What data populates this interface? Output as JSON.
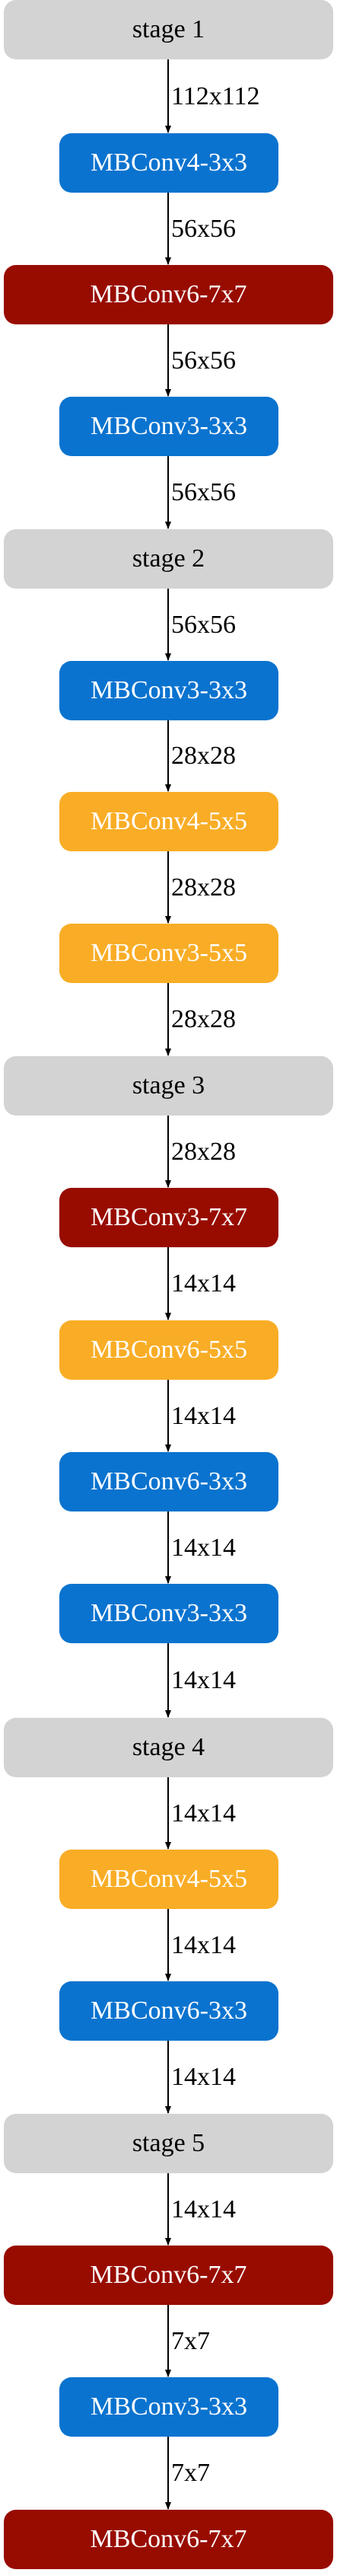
{
  "nodes": [
    {
      "label": "stage 1",
      "kind": "stage"
    },
    {
      "label": "MBConv4-3x3",
      "kind": "blue"
    },
    {
      "label": "MBConv6-7x7",
      "kind": "red"
    },
    {
      "label": "MBConv3-3x3",
      "kind": "blue"
    },
    {
      "label": "stage 2",
      "kind": "stage"
    },
    {
      "label": "MBConv3-3x3",
      "kind": "blue"
    },
    {
      "label": "MBConv4-5x5",
      "kind": "orange"
    },
    {
      "label": "MBConv3-5x5",
      "kind": "orange"
    },
    {
      "label": "stage 3",
      "kind": "stage"
    },
    {
      "label": "MBConv3-7x7",
      "kind": "red"
    },
    {
      "label": "MBConv6-5x5",
      "kind": "orange"
    },
    {
      "label": "MBConv6-3x3",
      "kind": "blue"
    },
    {
      "label": "MBConv3-3x3",
      "kind": "blue"
    },
    {
      "label": "stage 4",
      "kind": "stage"
    },
    {
      "label": "MBConv4-5x5",
      "kind": "orange"
    },
    {
      "label": "MBConv6-3x3",
      "kind": "blue"
    },
    {
      "label": "stage 5",
      "kind": "stage"
    },
    {
      "label": "MBConv6-7x7",
      "kind": "red"
    },
    {
      "label": "MBConv3-3x3",
      "kind": "blue"
    },
    {
      "label": "MBConv6-7x7",
      "kind": "red"
    }
  ],
  "edges": [
    "112x112",
    "56x56",
    "56x56",
    "56x56",
    "56x56",
    "28x28",
    "28x28",
    "28x28",
    "28x28",
    "14x14",
    "14x14",
    "14x14",
    "14x14",
    "14x14",
    "14x14",
    "14x14",
    "14x14",
    "7x7",
    "7x7"
  ],
  "colors": {
    "stage": "#d3d3d3",
    "blue": "#0a73cf",
    "red": "#980c00",
    "orange": "#f9ad26"
  }
}
